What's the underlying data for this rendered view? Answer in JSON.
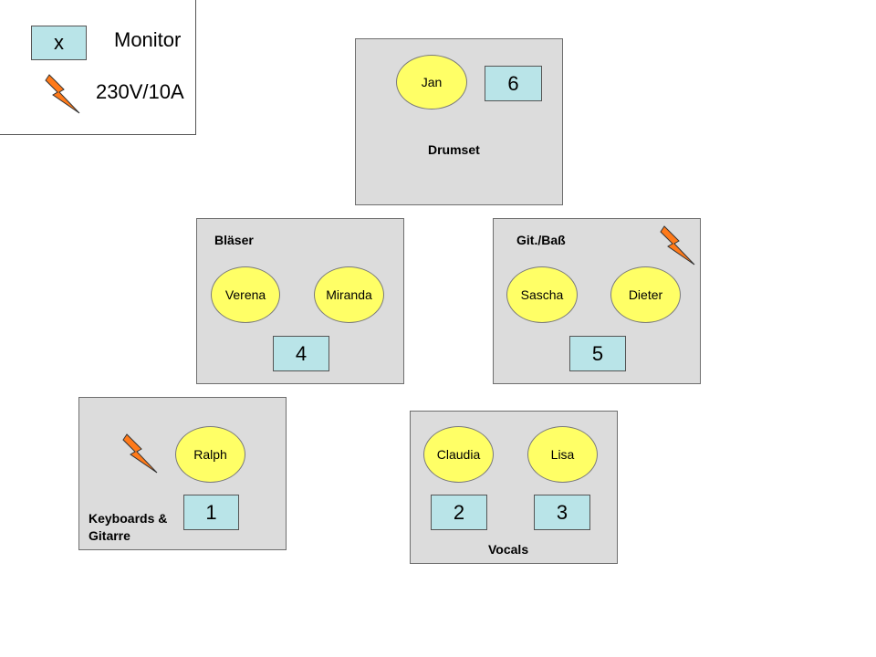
{
  "legend": {
    "monitor_symbol": "x",
    "monitor_label": "Monitor",
    "power_label": "230V/10A"
  },
  "groups": {
    "drums": {
      "label": "Drumset",
      "people": [
        "Jan"
      ],
      "monitors": [
        "6"
      ]
    },
    "brass": {
      "label": "Bläser",
      "people": [
        "Verena",
        "Miranda"
      ],
      "monitors": [
        "4"
      ]
    },
    "guitar": {
      "label": "Git./Baß",
      "people": [
        "Sascha",
        "Dieter"
      ],
      "monitors": [
        "5"
      ]
    },
    "keys": {
      "label_line1": "Keyboards &",
      "label_line2": "Gitarre",
      "people": [
        "Ralph"
      ],
      "monitors": [
        "1"
      ]
    },
    "vocals": {
      "label": "Vocals",
      "people": [
        "Claudia",
        "Lisa"
      ],
      "monitors": [
        "2",
        "3"
      ]
    }
  },
  "colors": {
    "group_fill": "#dcdcdc",
    "person_fill": "#ffff66",
    "monitor_fill": "#b9e4e8",
    "power_bolt": "#ff7a1a"
  },
  "icons": {
    "power": "lightning-bolt-icon"
  }
}
